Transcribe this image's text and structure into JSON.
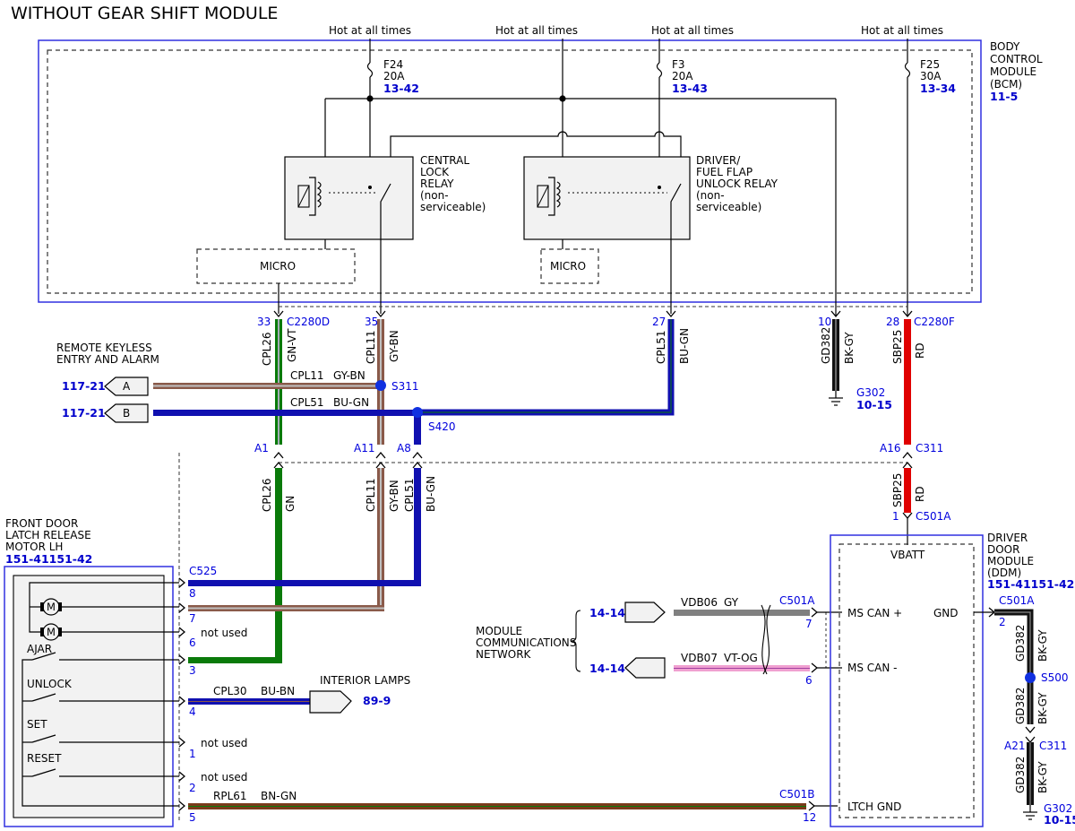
{
  "title": "WITHOUT GEAR SHIFT MODULE",
  "hot_labels": [
    "Hot at all times",
    "Hot at all times",
    "Hot at all times",
    "Hot at all times"
  ],
  "bcm": {
    "name_lines": [
      "BODY",
      "CONTROL",
      "MODULE",
      "(BCM)"
    ],
    "ref": "11-5"
  },
  "fuses": [
    {
      "name": "F24",
      "amps": "20A",
      "ref": "13-42"
    },
    {
      "name": "F3",
      "amps": "20A",
      "ref": "13-43"
    },
    {
      "name": "F25",
      "amps": "30A",
      "ref": "13-34"
    }
  ],
  "relays": [
    {
      "lines": [
        "CENTRAL",
        "LOCK",
        "RELAY",
        "(non-",
        "serviceable)"
      ]
    },
    {
      "lines": [
        "DRIVER/",
        "FUEL FLAP",
        "UNLOCK RELAY",
        "(non-",
        "serviceable)"
      ]
    }
  ],
  "micro_label": "MICRO",
  "bcm_pins": [
    {
      "pin": "33",
      "connector": "C2280D",
      "circuit": "CPL26",
      "color": "GN-VT"
    },
    {
      "pin": "35",
      "circuit": "CPL11",
      "color": "GY-BN"
    },
    {
      "pin": "27",
      "circuit": "CPL51",
      "color": "BU-GN"
    },
    {
      "pin": "10",
      "circuit": "GD382",
      "color": "BK-GY"
    },
    {
      "pin": "28",
      "connector": "C2280F",
      "circuit": "SBP25",
      "color": "RD"
    }
  ],
  "remote_keyless": {
    "lines": [
      "REMOTE KEYLESS",
      "ENTRY AND ALARM"
    ],
    "ref_a": "117-21",
    "ref_b": "117-21",
    "conn_a": "A",
    "conn_b": "B"
  },
  "wires_horizontal": [
    {
      "circuit": "CPL11",
      "color": "GY-BN"
    },
    {
      "circuit": "CPL51",
      "color": "BU-GN"
    }
  ],
  "splices": {
    "s311": "S311",
    "s420": "S420",
    "s500": "S500"
  },
  "ground_g302": {
    "name": "G302",
    "ref": "10-15"
  },
  "ground_g302b": {
    "name": "G302",
    "ref": "10-15"
  },
  "inline": {
    "a1": "A1",
    "a11": "A11",
    "a8": "A8",
    "a16": "A16",
    "c311": "C311",
    "a21": "A21",
    "c311b": "C311"
  },
  "lower_wires": [
    {
      "circuit": "CPL26",
      "color": "GN"
    },
    {
      "circuit": "CPL11",
      "color": "GY-BN"
    },
    {
      "circuit": "CPL51",
      "color": "BU-GN"
    },
    {
      "circuit": "SBP25",
      "color": "RD"
    }
  ],
  "c501a_top": {
    "pin": "1",
    "connector": "C501A"
  },
  "front_door": {
    "lines": [
      "FRONT DOOR",
      "LATCH RELEASE",
      "MOTOR LH"
    ],
    "ref": "151-41151-42"
  },
  "c525": "C525",
  "door_pins": [
    "8",
    "7",
    "6",
    "3",
    "4",
    "1",
    "2",
    "5"
  ],
  "not_used": "not used",
  "switches": [
    "AJAR",
    "UNLOCK",
    "SET",
    "RESET"
  ],
  "motor_label": "M",
  "interior": {
    "label": "INTERIOR LAMPS",
    "circuit": "CPL30",
    "color": "BU-BN",
    "ref": "89-9"
  },
  "ddm": {
    "name_lines": [
      "DRIVER",
      "DOOR",
      "MODULE",
      "(DDM)"
    ],
    "ref": "151-41151-42",
    "vbatt": "VBATT",
    "gnd": "GND",
    "mscan_plus": "MS CAN +",
    "mscan_minus": "MS CAN -",
    "ltch_gnd": "LTCH GND"
  },
  "mcn": {
    "lines": [
      "MODULE",
      "COMMUNICATIONS",
      "NETWORK"
    ],
    "ref1": "14-14",
    "ref2": "14-14"
  },
  "can_wires": [
    {
      "circuit": "VDB06",
      "color": "GY",
      "pin": "7",
      "connector": "C501A"
    },
    {
      "circuit": "VDB07",
      "color": "VT-OG",
      "pin": "6"
    }
  ],
  "rpl61": {
    "circuit": "RPL61",
    "color": "BN-GN",
    "connector": "C501B",
    "pin": "12"
  },
  "ddm_gnd": {
    "connector": "C501A",
    "pin": "2",
    "circuit": "GD382",
    "color": "BK-GY"
  },
  "colors": {
    "green": "#0a7a0a",
    "blue": "#1010b0",
    "red": "#e00000",
    "brown": "#7a3a1a",
    "gray": "#808080",
    "pink": "#f0a0d0",
    "black": "#111111",
    "box_blue": "#3030e0"
  }
}
